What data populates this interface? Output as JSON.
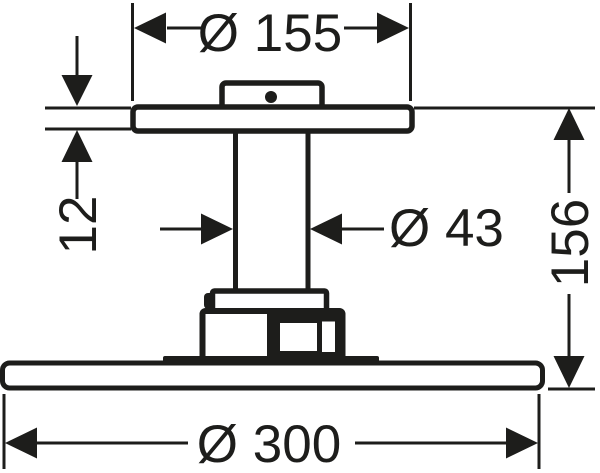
{
  "drawing": {
    "type": "technical-dimension-drawing",
    "subject": "ceiling-mounted-overhead-shower-side-view",
    "colors": {
      "line": "#1d1d1b",
      "background": "#ffffff"
    },
    "labels": {
      "escutcheon_diameter": "Ø 155",
      "escutcheon_thickness": "12",
      "pipe_diameter": "Ø 43",
      "mounted_height": "156",
      "head_diameter": "Ø 300"
    },
    "values": {
      "escutcheon_diameter_mm": 155,
      "escutcheon_thickness_mm": 12,
      "pipe_diameter_mm": 43,
      "mounted_height_mm": 156,
      "head_diameter_mm": 300
    }
  }
}
